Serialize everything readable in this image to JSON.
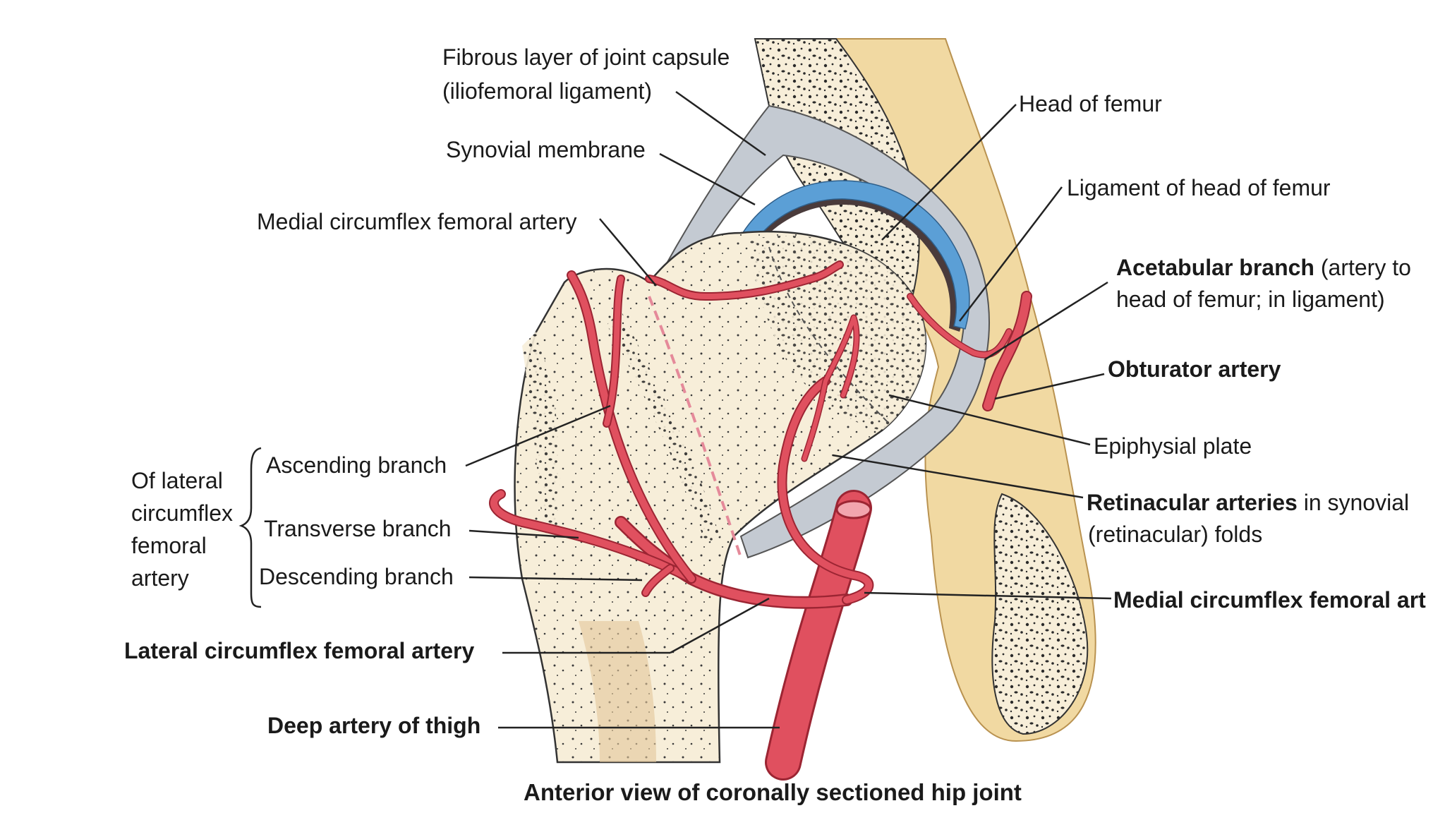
{
  "caption": "Anterior view of coronally sectioned hip joint",
  "labels": {
    "fibrous_layer_1": "Fibrous layer of joint capsule",
    "fibrous_layer_2": "(iliofemoral ligament)",
    "synovial_membrane": "Synovial membrane",
    "medial_circumflex_top": "Medial circumflex femoral artery",
    "head_of_femur": "Head of femur",
    "ligament_head": "Ligament of head of femur",
    "acetabular_bold": "Acetabular branch",
    "acetabular_rest": " (artery to",
    "acetabular_line2": "head of femur; in ligament)",
    "obturator": "Obturator artery",
    "epiphysial": "Epiphysial plate",
    "retinacular_bold": "Retinacular arteries",
    "retinacular_rest": " in synovial",
    "retinacular_line2": "(retinacular) folds",
    "medial_circumflex_bottom": "Medial circumflex femoral art",
    "of_lateral_1": "Of lateral",
    "of_lateral_2": "circumflex",
    "of_lateral_3": "femoral",
    "of_lateral_4": "artery",
    "ascending": "Ascending branch",
    "transverse": "Transverse branch",
    "descending": "Descending branch",
    "lateral_circumflex": "Lateral circumflex femoral artery",
    "deep_artery": "Deep artery of thigh"
  },
  "colors": {
    "bone": "#f7eed9",
    "pelvis": "#f1d9a2",
    "artery": "#e0505f",
    "artery_outline": "#9c2533",
    "cartilage": "#5b9fd6",
    "capsule": "#c4cad2",
    "joint_cavity": "#4a3b3b",
    "leader": "#222222"
  }
}
